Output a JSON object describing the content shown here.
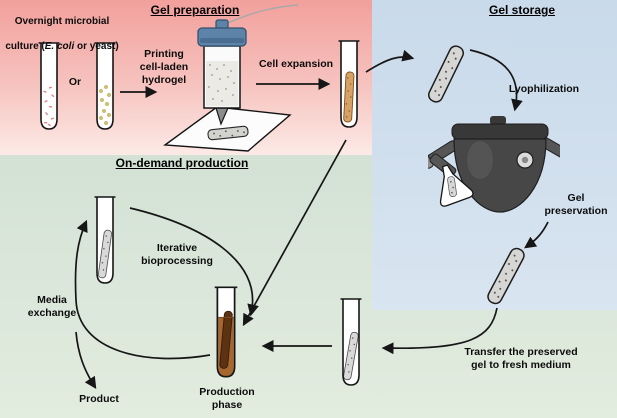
{
  "sections": {
    "gel_preparation": "Gel preparation",
    "gel_storage": "Gel storage",
    "on_demand_production": "On-demand production"
  },
  "labels": {
    "overnight_line1": "Overnight microbial",
    "overnight_pre": "culture (",
    "overnight_species": "E. coli",
    "overnight_post": " or yeast)",
    "or": "Or",
    "printing": "Printing\ncell-laden\nhydrogel",
    "cell_expansion": "Cell expansion",
    "lyophilization": "Lyophilization",
    "gel_preservation": "Gel\npreservation",
    "transfer": "Transfer the preserved\ngel to fresh medium",
    "iterative_bioprocessing": "Iterative\nbioprocessing",
    "media_exchange": "Media\nexchange",
    "product": "Product",
    "production_phase": "Production\nphase"
  },
  "colors": {
    "panel_pink": "#f2a09c",
    "panel_blue": "#c9daea",
    "panel_green": "#d5e3d6",
    "ecoli_cells": "#de8383",
    "yeast_cells": "#d2c06a",
    "hydrogel": "#d7a266",
    "production_medium": "#a7662e",
    "dried_gel": "#d6d6d4",
    "printer_cap": "#5d83a9",
    "lyophilizer_body": "#474747",
    "arrow": "#161616"
  }
}
